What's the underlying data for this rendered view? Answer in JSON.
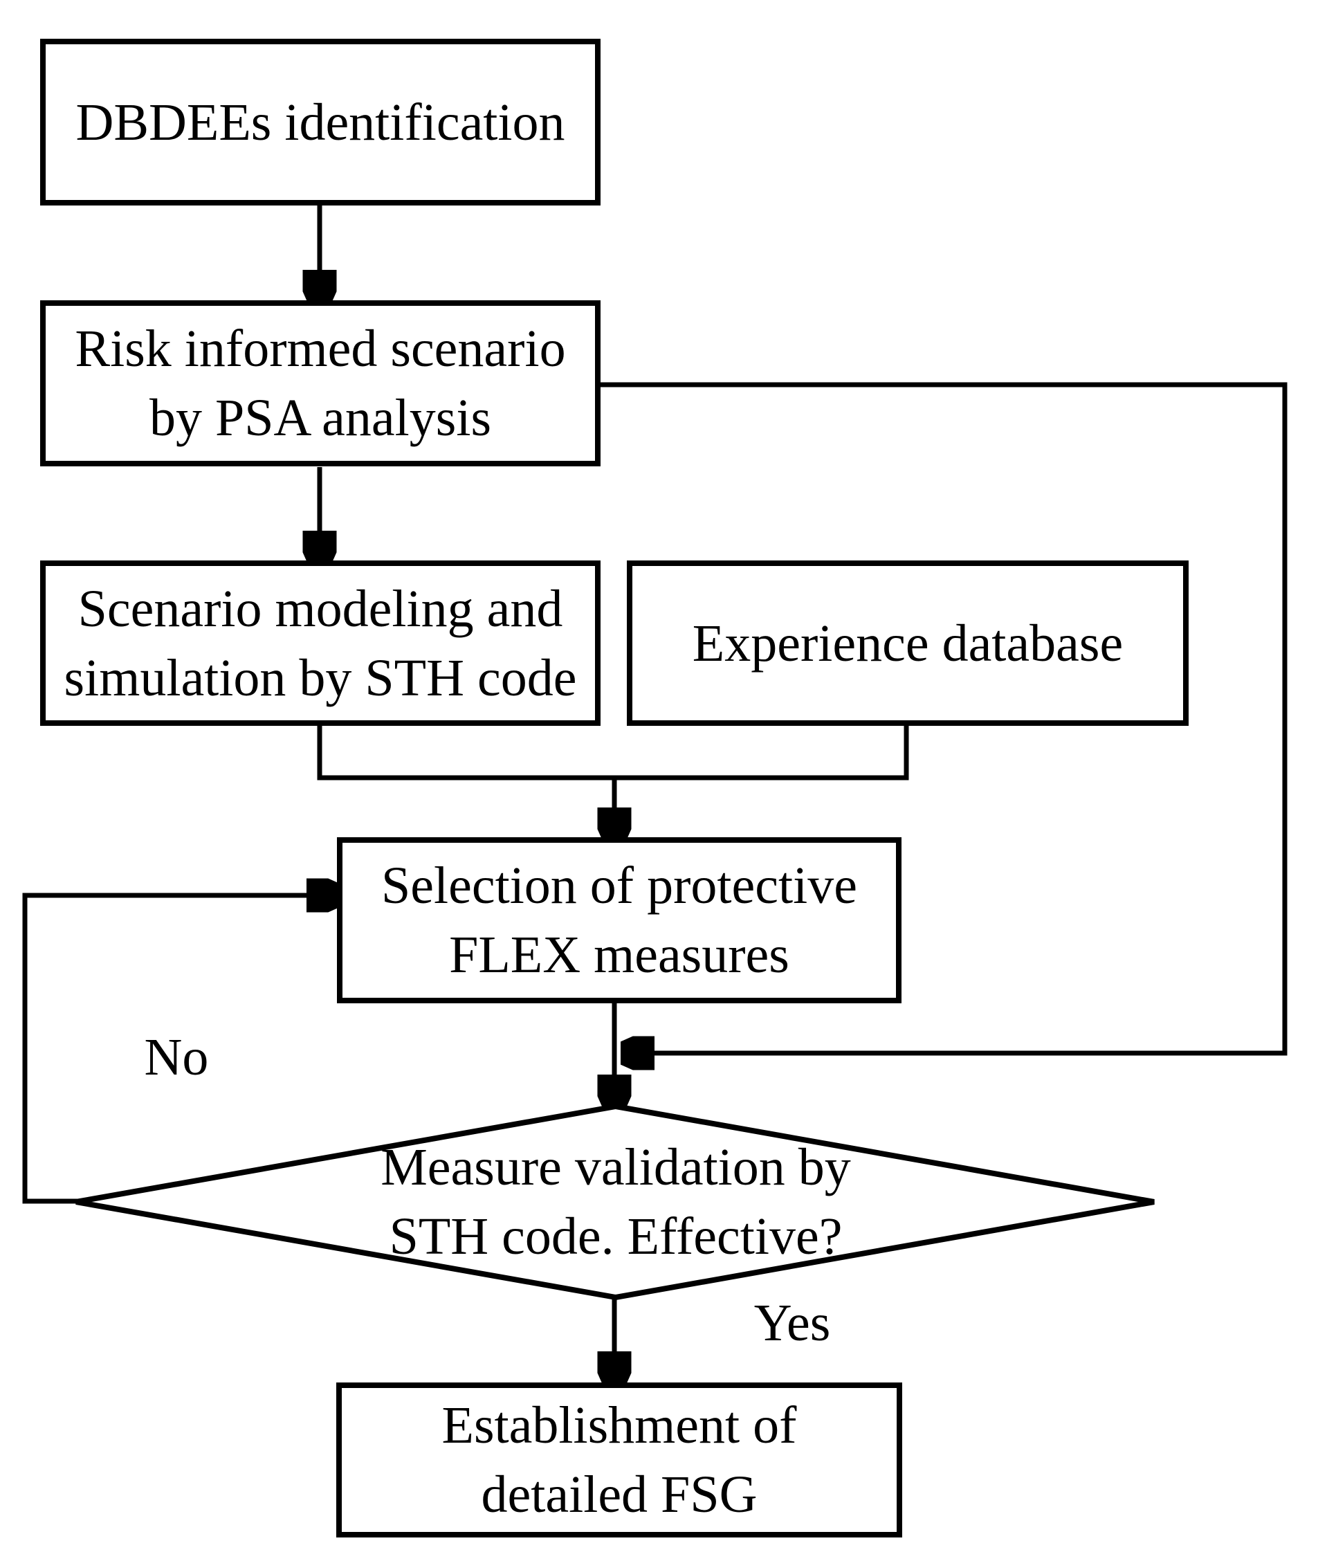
{
  "nodes": {
    "dbdees": "DBDEEs identification",
    "risk": "Risk informed scenario\nby PSA analysis",
    "scenario": "Scenario modeling and\nsimulation by STH code",
    "experience": "Experience database",
    "selection": "Selection of protective\nFLEX measures",
    "decision": "Measure validation by\nSTH code. Effective?",
    "establishment": "Establishment of\ndetailed FSG"
  },
  "labels": {
    "no": "No",
    "yes": "Yes"
  },
  "colors": {
    "line": "#000000",
    "background": "#ffffff",
    "text": "#000000"
  }
}
